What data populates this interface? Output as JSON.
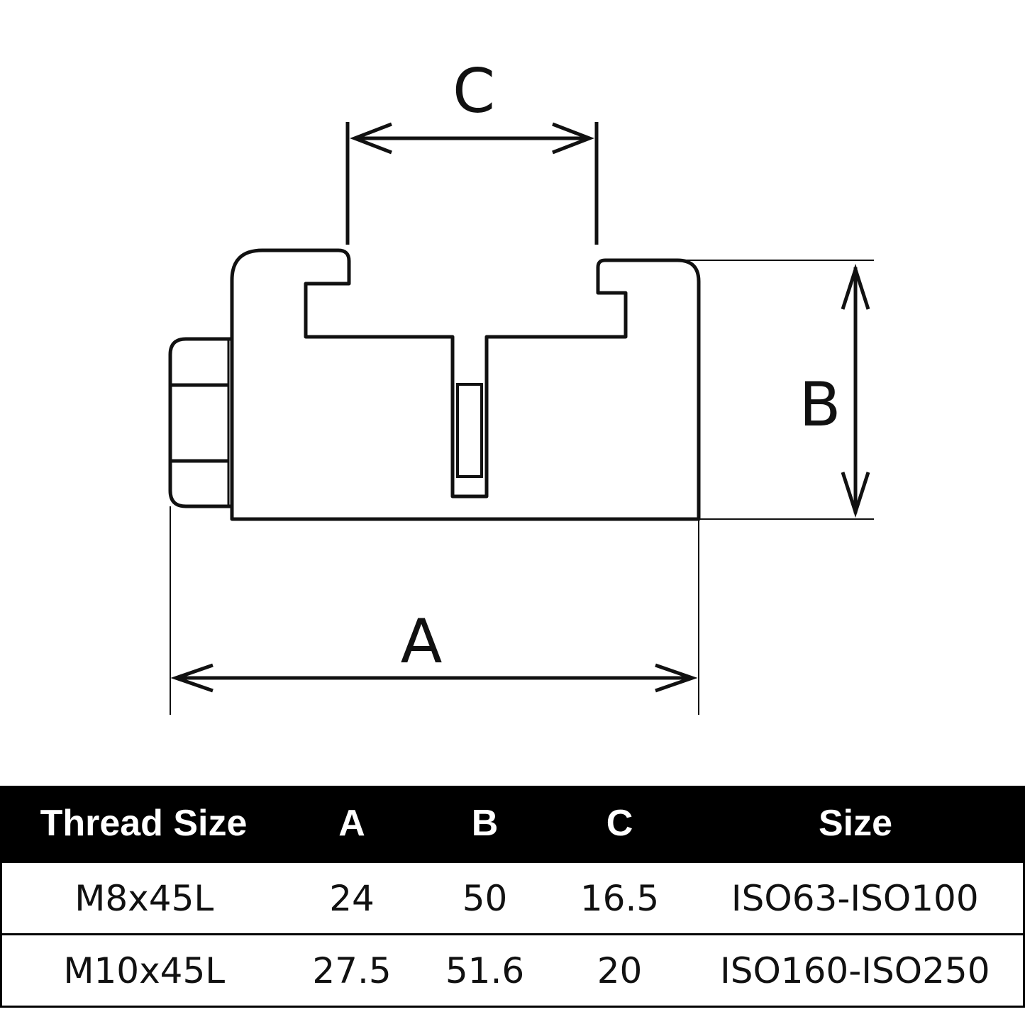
{
  "diagram": {
    "labels": {
      "a": "A",
      "b": "B",
      "c": "C"
    }
  },
  "table": {
    "headers": [
      "Thread Size",
      "A",
      "B",
      "C",
      "Size"
    ],
    "rows": [
      [
        "M8x45L",
        "24",
        "50",
        "16.5",
        "ISO63-ISO100"
      ],
      [
        "M10x45L",
        "27.5",
        "51.6",
        "20",
        "ISO160-ISO250"
      ]
    ]
  }
}
